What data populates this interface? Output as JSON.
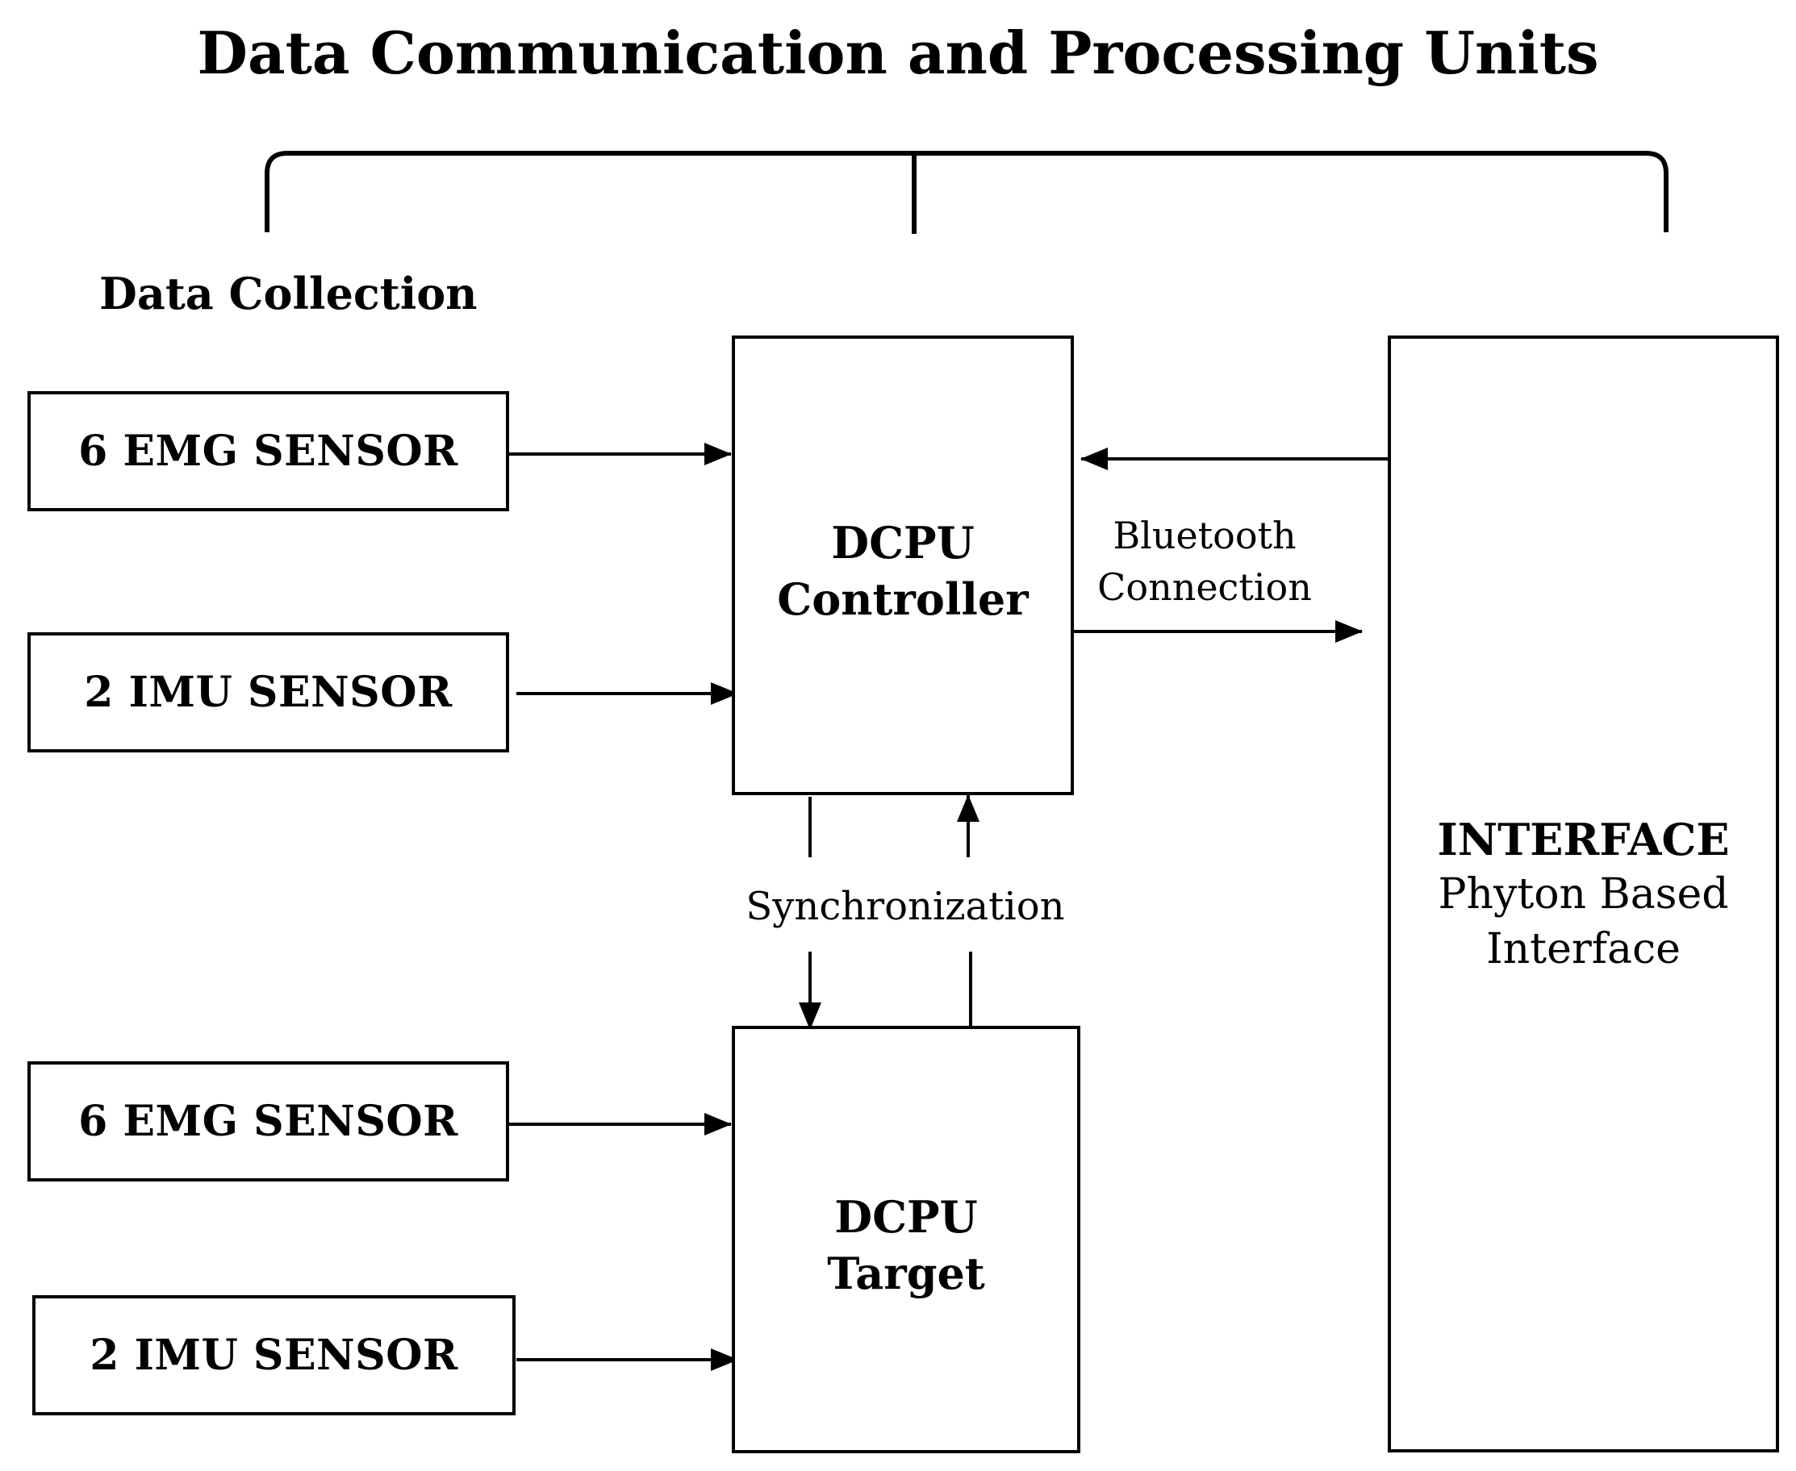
{
  "title": "Data Communication and Processing Units",
  "data_collection_label": "Data Collection",
  "sensors": {
    "controller_emg": "6 EMG SENSOR",
    "controller_imu": "2 IMU SENSOR",
    "target_emg": "6 EMG SENSOR",
    "target_imu": "2 IMU SENSOR"
  },
  "dcpu_controller": {
    "line1": "DCPU",
    "line2": "Controller"
  },
  "dcpu_target": {
    "line1": "DCPU",
    "line2": "Target"
  },
  "interface": {
    "title": "INTERFACE",
    "line2": "Phyton Based",
    "line3": "Interface"
  },
  "bluetooth": {
    "line1": "Bluetooth",
    "line2": "Connection"
  },
  "synchronization": "Synchronization",
  "colors": {
    "stroke": "#000000",
    "background": "#ffffff"
  }
}
